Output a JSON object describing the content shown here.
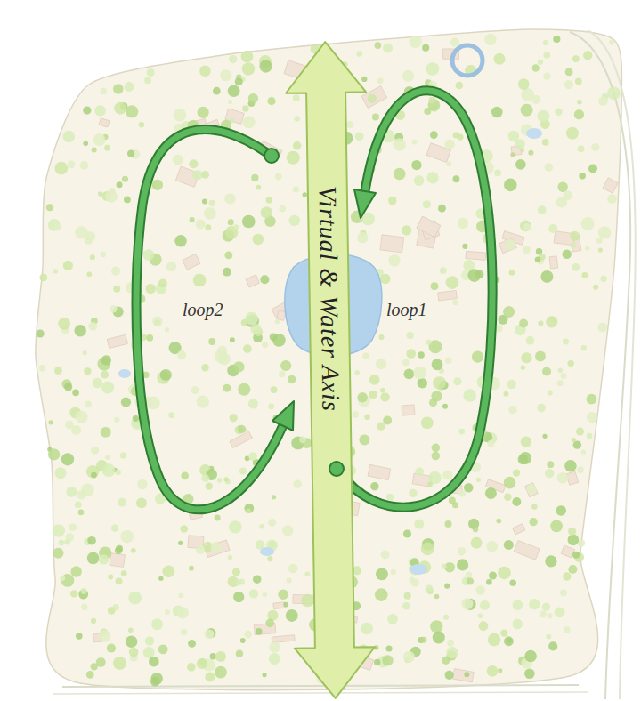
{
  "diagram": {
    "nodes": [
      {
        "text": [
          "Virtual & Water Axis"
        ]
      }
    ],
    "labels": [
      "loop2",
      "loop1"
    ]
  }
}
